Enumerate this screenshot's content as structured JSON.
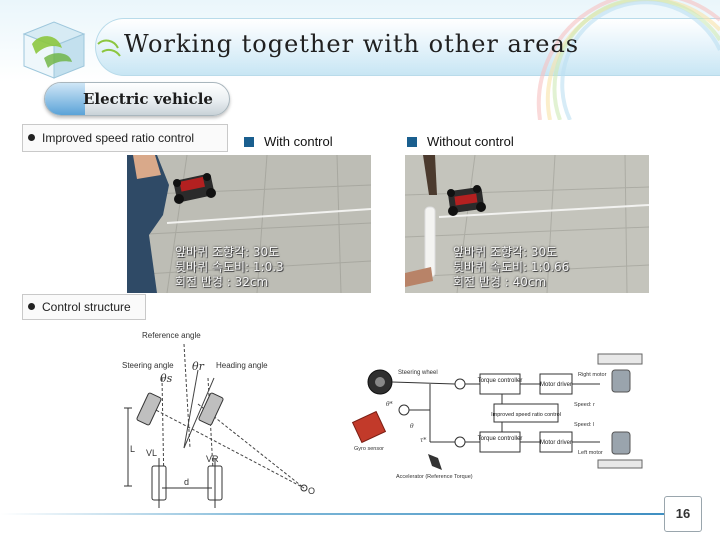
{
  "slide": {
    "title": "Working together with other areas",
    "section": "Electric vehicle",
    "page_number": "16",
    "accent_color": "#1a5f8f"
  },
  "bullets": {
    "speed_ratio": "Improved speed ratio control",
    "control_structure": "Control structure"
  },
  "comparison": {
    "with_label": "With control",
    "without_label": "Without control",
    "with_photo_text": [
      "앞바퀴 조향각: 30도",
      "뒷바퀴 속도비: 1:0.3",
      "회전 반경 : 32cm"
    ],
    "without_photo_text": [
      "앞바퀴 조향각: 30도",
      "뒷바퀴 속도비: 1:0.66",
      "회전 반경 : 40cm"
    ]
  },
  "geometry_diagram": {
    "reference_angle": "Reference angle",
    "steering_angle": "Steering angle",
    "heading_angle": "Heading angle",
    "theta_r": "θr",
    "theta_s": "θs",
    "l_label": "L",
    "vl_label": "VL",
    "vr_label": "VR",
    "d_label": "d",
    "o_label": "O"
  },
  "block_diagram": {
    "steering_wheel": "Steering wheel",
    "torque_controller": "Torque controller",
    "motor_driver": "Motor driver",
    "right_motor": "Right motor",
    "left_motor": "Left motor",
    "improved_speed": "Improved speed ratio control",
    "speed_r": "Speed: r",
    "speed_l": "Speed: l",
    "gyro_sensor": "Gyro sensor",
    "accelerator": "Accelerator (Reference Torque)",
    "theta_ref": "θ*",
    "theta": "θ",
    "tau_ref": "τ*"
  }
}
